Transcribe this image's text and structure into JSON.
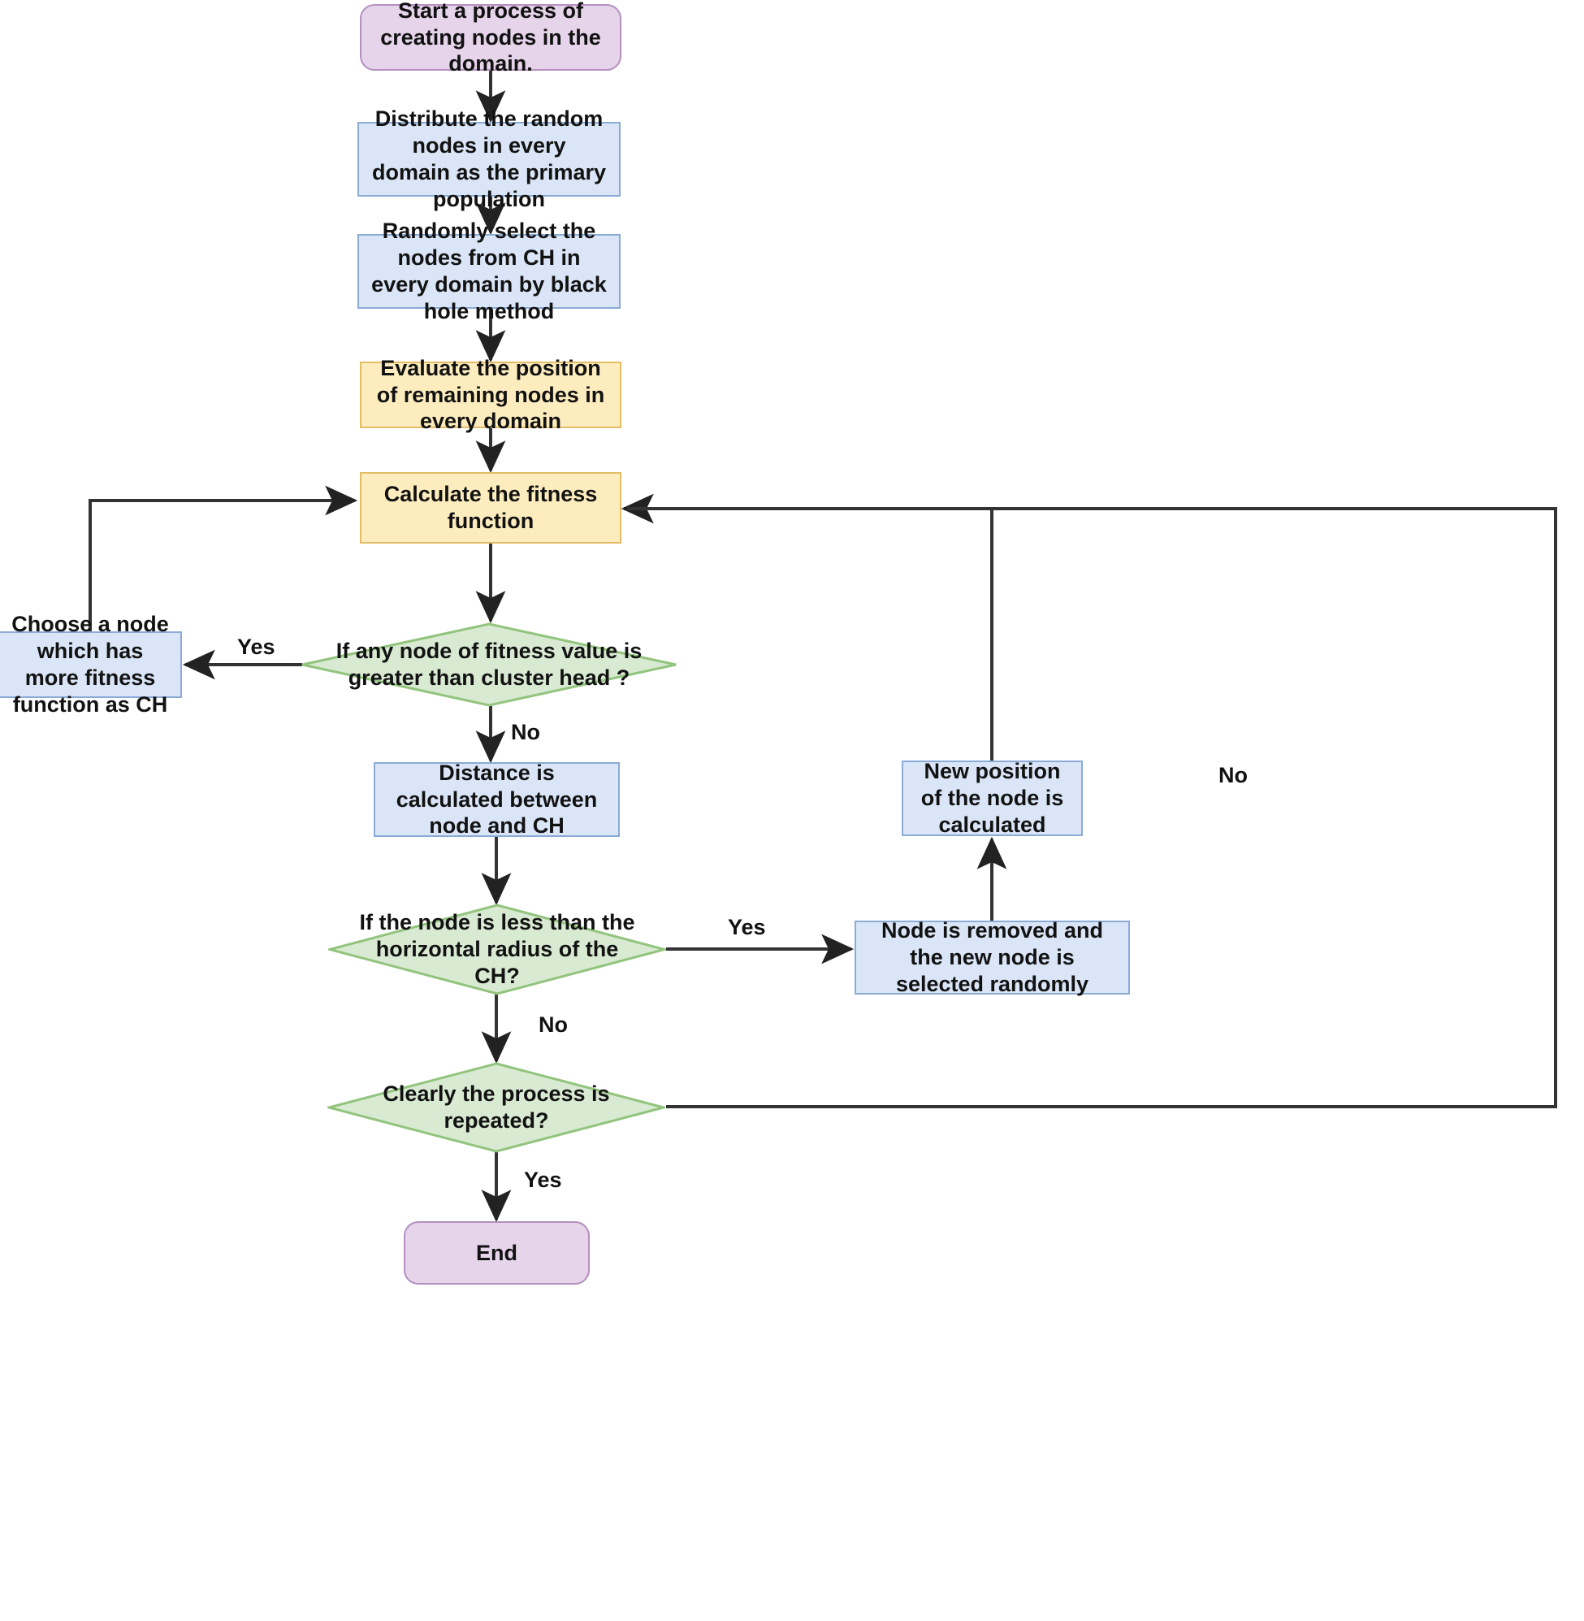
{
  "diagram": {
    "title": "Black hole clustering algorithm flowchart",
    "palette": {
      "terminator_fill": "#e6d4ea",
      "terminator_stroke": "#b48fc0",
      "process_fill": "#dae6f7",
      "process_stroke": "#8aabd6",
      "process_alt_fill": "#fdedbe",
      "process_alt_stroke": "#e3bc66",
      "decision_fill": "#d9ead3",
      "decision_stroke": "#92c47d",
      "connector_stroke": "#333333",
      "text_color": "#121212",
      "background": "#ffffff"
    },
    "nodes": [
      {
        "id": "start",
        "shape": "terminator",
        "label": "Start a process of creating nodes in the domain."
      },
      {
        "id": "distribute",
        "shape": "process",
        "label": "Distribute the random nodes in every domain as the primary population"
      },
      {
        "id": "select",
        "shape": "process",
        "label": "Randomly select the nodes from CH in every domain by black hole method"
      },
      {
        "id": "evaluate",
        "shape": "process-alt",
        "label": "Evaluate the position of remaining nodes in every domain"
      },
      {
        "id": "fitness",
        "shape": "process-alt",
        "label": "Calculate the fitness function"
      },
      {
        "id": "choose",
        "shape": "process",
        "label": "Choose a node which has more fitness function as CH"
      },
      {
        "id": "decision1",
        "shape": "decision",
        "label": "If any node of fitness value is greater than cluster head ?"
      },
      {
        "id": "distance",
        "shape": "process",
        "label": "Distance is calculated between node and CH"
      },
      {
        "id": "decision2",
        "shape": "decision",
        "label": "If the node is less than the horizontal radius of the CH?"
      },
      {
        "id": "removed",
        "shape": "process",
        "label": "Node is removed and the new node is selected randomly"
      },
      {
        "id": "newposition",
        "shape": "process",
        "label": "New position of the node is calculated"
      },
      {
        "id": "decision3",
        "shape": "decision",
        "label": "Clearly the process is repeated?"
      },
      {
        "id": "end",
        "shape": "terminator",
        "label": "End"
      }
    ],
    "edge_labels": {
      "d1_yes": "Yes",
      "d1_no": "No",
      "d2_yes": "Yes",
      "d2_no": "No",
      "d3_yes": "Yes",
      "d3_no": "No"
    },
    "edges": [
      {
        "from": "start",
        "to": "distribute",
        "label": ""
      },
      {
        "from": "distribute",
        "to": "select",
        "label": ""
      },
      {
        "from": "select",
        "to": "evaluate",
        "label": ""
      },
      {
        "from": "evaluate",
        "to": "fitness",
        "label": ""
      },
      {
        "from": "fitness",
        "to": "decision1",
        "label": ""
      },
      {
        "from": "decision1",
        "to": "choose",
        "label": "Yes"
      },
      {
        "from": "decision1",
        "to": "distance",
        "label": "No"
      },
      {
        "from": "choose",
        "to": "evaluate",
        "label": ""
      },
      {
        "from": "distance",
        "to": "decision2",
        "label": ""
      },
      {
        "from": "decision2",
        "to": "removed",
        "label": "Yes"
      },
      {
        "from": "decision2",
        "to": "decision3",
        "label": "No"
      },
      {
        "from": "removed",
        "to": "newposition",
        "label": ""
      },
      {
        "from": "newposition",
        "to": "fitness",
        "label": ""
      },
      {
        "from": "decision3",
        "to": "fitness",
        "label": "No"
      },
      {
        "from": "decision3",
        "to": "end",
        "label": "Yes"
      }
    ]
  }
}
